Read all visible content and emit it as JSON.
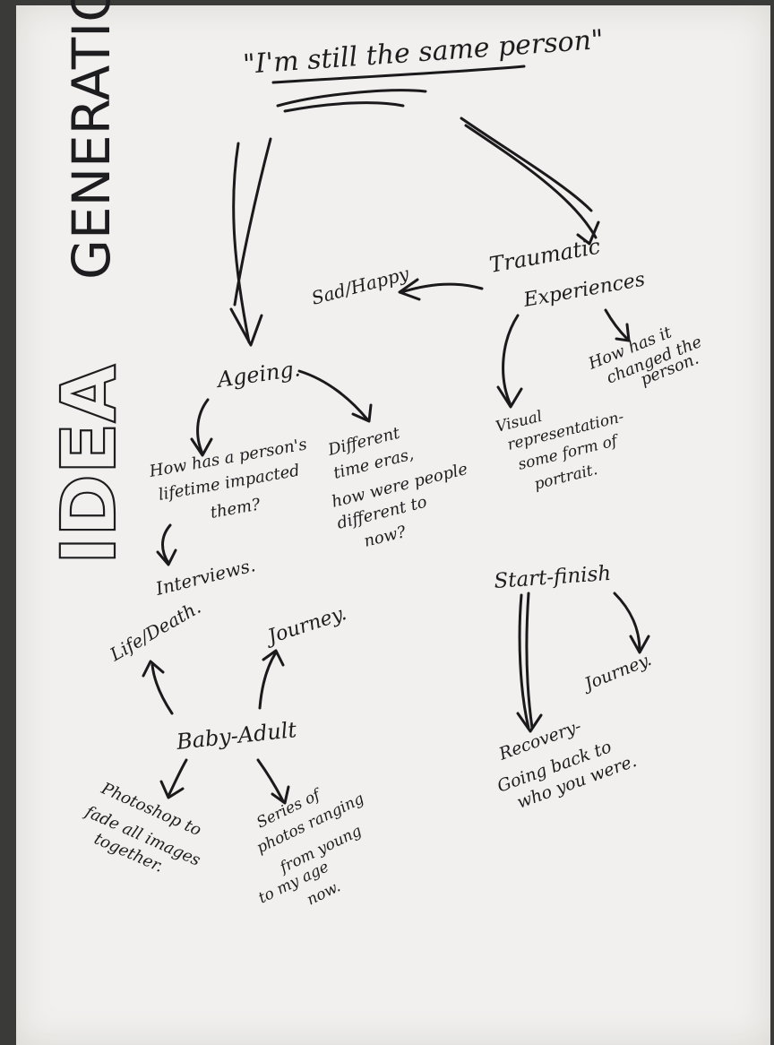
{
  "title": {
    "part1": "IDEA",
    "part2": "GENERATION"
  },
  "central": "\"I'm still the same person\"",
  "nodes": {
    "sad_happy": "Sad/Happy",
    "traumatic": [
      "Traumatic",
      "Experiences"
    ],
    "how_changed": [
      "How has it",
      "changed the",
      "person."
    ],
    "visual": [
      "Visual",
      "representation-",
      "some form of",
      "portrait."
    ],
    "ageing": "Ageing.",
    "lifetime": [
      "How has a person's",
      "lifetime impacted",
      "them?"
    ],
    "different": [
      "Different",
      "time eras,",
      "how were people",
      "different to",
      "now?"
    ],
    "interviews": "Interviews.",
    "life_death": "Life/Death.",
    "journey_left": "Journey.",
    "baby_adult": "Baby-Adult",
    "photoshop": [
      "Photoshop to",
      "fade all images",
      "together."
    ],
    "series": [
      "Series of",
      "photos ranging",
      "from young",
      "to my age",
      "now."
    ],
    "start_finish": "Start-finish",
    "journey_right": "Journey.",
    "recovery": [
      "Recovery-",
      "Going back to",
      "who you were."
    ]
  },
  "colors": {
    "paper": "#f1f0ee",
    "ink": "#1d1d1f",
    "background": "#3a3a38"
  }
}
